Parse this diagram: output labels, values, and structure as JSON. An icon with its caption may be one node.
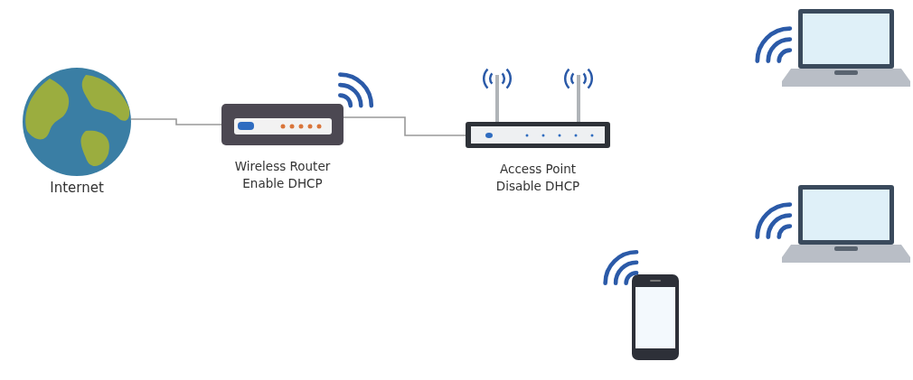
{
  "diagram": {
    "nodes": [
      {
        "text": [
          "Internet"
        ]
      },
      {
        "text": [
          "Wireless Router",
          "Enable DHCP"
        ]
      },
      {
        "text": [
          "Access Point",
          "Disable DHCP"
        ]
      },
      {
        "text": [],
        "shape": "picture"
      },
      {
        "text": [],
        "shape": "picture"
      },
      {
        "text": [],
        "shape": "picture"
      }
    ],
    "edges": [
      {
        "from": 0,
        "to": 1,
        "arrow": "none"
      },
      {
        "from": 1,
        "to": 2,
        "arrow": "none"
      }
    ]
  }
}
